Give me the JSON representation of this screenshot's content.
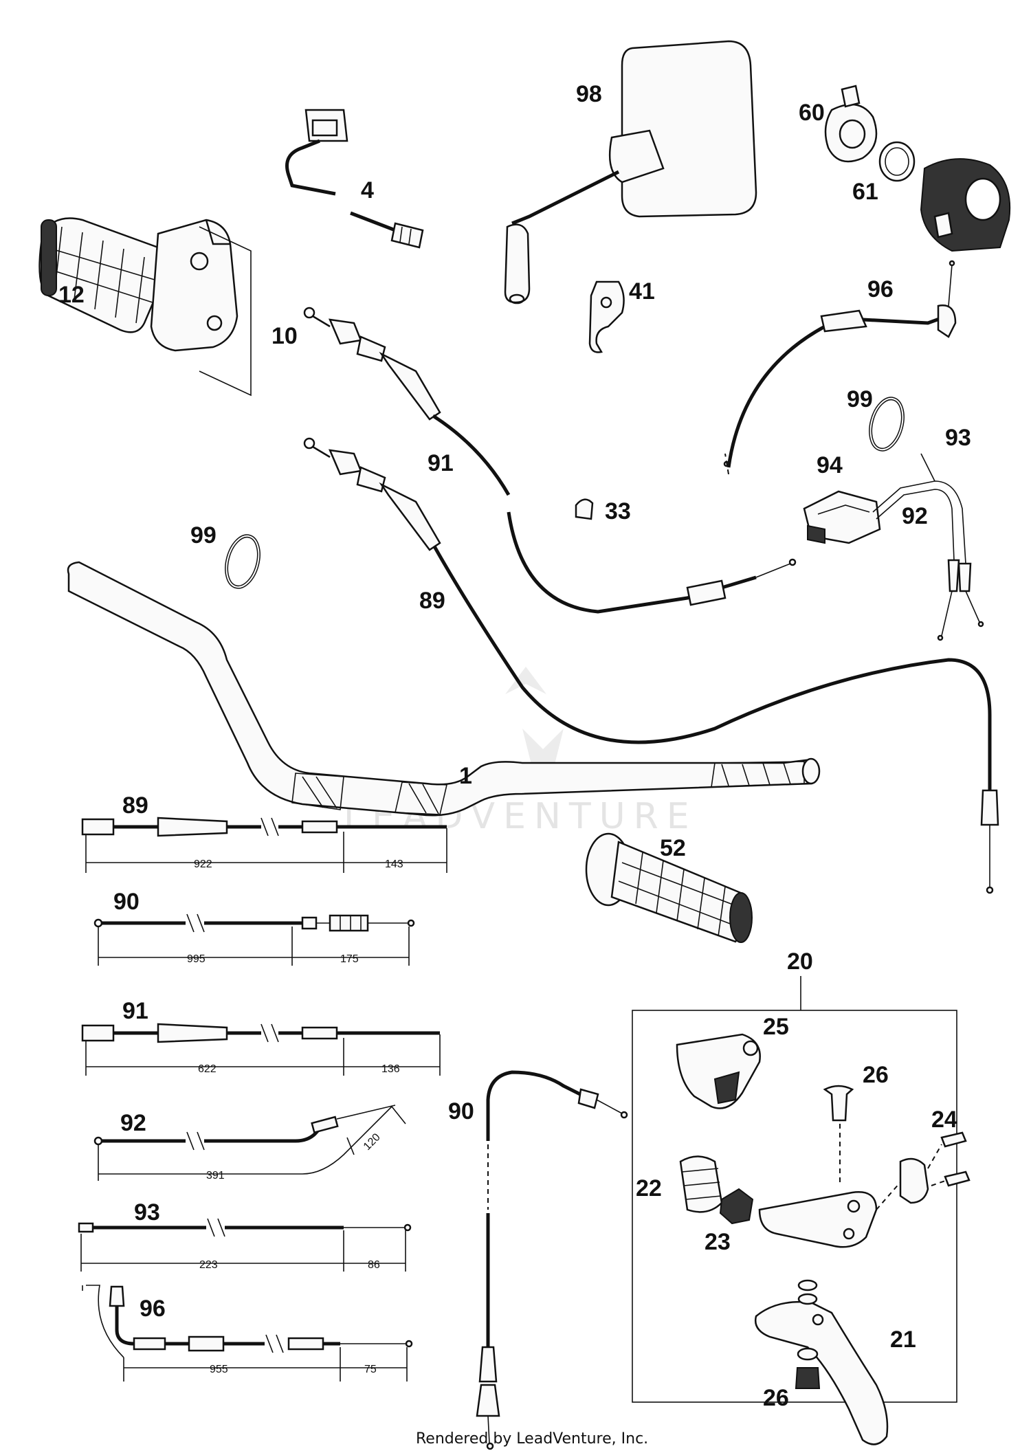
{
  "diagram": {
    "watermark": "LEADVENTURE",
    "footer": "Rendered by LeadVenture, Inc.",
    "callouts": {
      "p1": "1",
      "p4": "4",
      "p10": "10",
      "p12": "12",
      "p20": "20",
      "p21": "21",
      "p22": "22",
      "p23": "23",
      "p24": "24",
      "p25": "25",
      "p26a": "26",
      "p26b": "26",
      "p33": "33",
      "p41": "41",
      "p52": "52",
      "p60": "60",
      "p61": "61",
      "p89": "89",
      "p91": "91",
      "p92": "92",
      "p93": "93",
      "p94": "94",
      "p96": "96",
      "p98": "98",
      "p99a": "99",
      "p99b": "99",
      "p90": "90"
    },
    "cables": [
      {
        "id": "89",
        "dims": [
          "922",
          "143"
        ]
      },
      {
        "id": "90",
        "dims": [
          "995",
          "175"
        ]
      },
      {
        "id": "91",
        "dims": [
          "622",
          "136"
        ]
      },
      {
        "id": "92",
        "dims": [
          "391",
          "120"
        ]
      },
      {
        "id": "93",
        "dims": [
          "223",
          "86"
        ]
      },
      {
        "id": "96",
        "dims": [
          "955",
          "75"
        ]
      }
    ]
  }
}
